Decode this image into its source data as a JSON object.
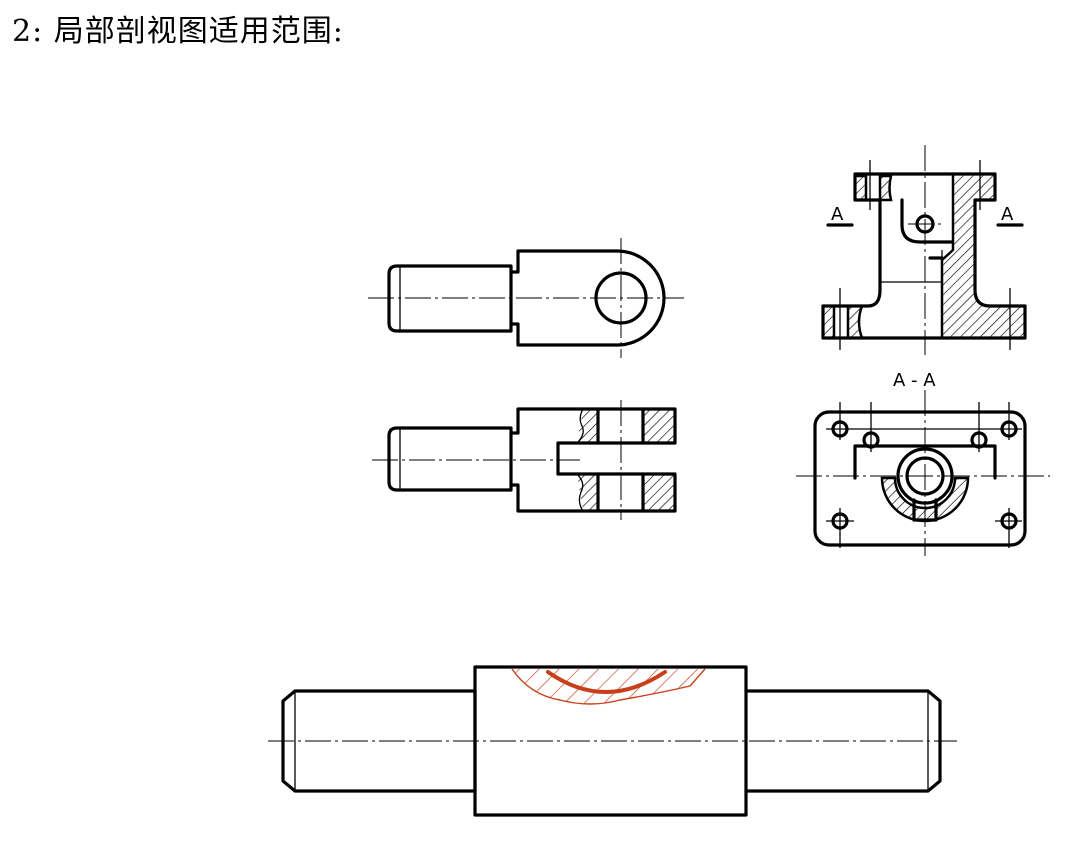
{
  "title": "2: 局部剖视图适用范围:",
  "labels": {
    "section_left": "A",
    "section_right": "A",
    "section_view": "A - A"
  },
  "colors": {
    "ink": "#000000",
    "highlight": "#c8401a"
  }
}
